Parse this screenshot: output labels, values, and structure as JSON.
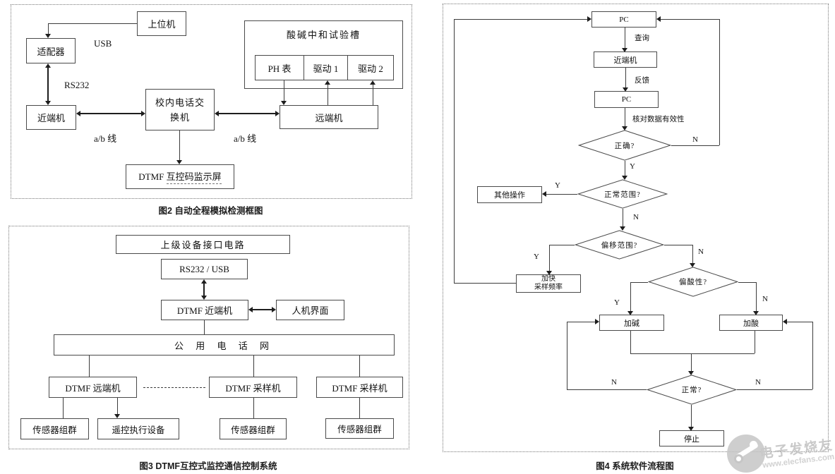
{
  "fig2": {
    "caption": "图2 自动全程模拟检测框图",
    "nodes": {
      "host": "上位机",
      "adapter": "适配器",
      "near": "近端机",
      "exchange": "校内电话交换机",
      "monitor_prefix": "DTMF",
      "monitor_text": "互控码监示屏",
      "tank": "酸碱中和试验槽",
      "ph": "PH 表",
      "drive1": "驱动 1",
      "drive2": "驱动 2",
      "remote": "远端机"
    },
    "edge_labels": {
      "usb": "USB",
      "rs232": "RS232",
      "ab_left": "a/b 线",
      "ab_right": "a/b 线"
    }
  },
  "fig3": {
    "caption": "图3 DTMF互控式监控通信控制系统",
    "nodes": {
      "upper": "上级设备接口电路",
      "rs232usb": "RS232 / USB",
      "near": "DTMF 近端机",
      "hmi": "人机界面",
      "pstn": "公 用 电 话 网",
      "remote": "DTMF 远端机",
      "sampler1": "DTMF 采样机",
      "sampler2": "DTMF 采样机",
      "sensors1": "传感器组群",
      "actuator": "遥控执行设备",
      "sensors2": "传感器组群",
      "sensors3": "传感器组群"
    }
  },
  "fig4": {
    "caption": "图4 系统软件流程图",
    "nodes": {
      "pc1": "PC",
      "near": "近端机",
      "pc2": "PC",
      "d_correct": "正确?",
      "other": "其他操作",
      "d_range": "正常范围?",
      "d_offset": "偏移范围?",
      "faster1": "加快",
      "faster2": "采样频率",
      "d_acid": "偏酸性?",
      "alkali": "加碱",
      "acid": "加酸",
      "d_normal": "正常?",
      "stop": "停止"
    },
    "edge_labels": {
      "query": "查询",
      "feedback": "反馈",
      "verify": "核对数据有效性",
      "yes": "Y",
      "no": "N"
    }
  },
  "watermark": {
    "brand": "电子发烧友",
    "site": "www.elecfans.com"
  },
  "colors": {
    "line": "#3c3c3c",
    "border": "#4a4a4a",
    "text": "#111111",
    "watermark": "#c8c8c8",
    "background": "#ffffff"
  }
}
